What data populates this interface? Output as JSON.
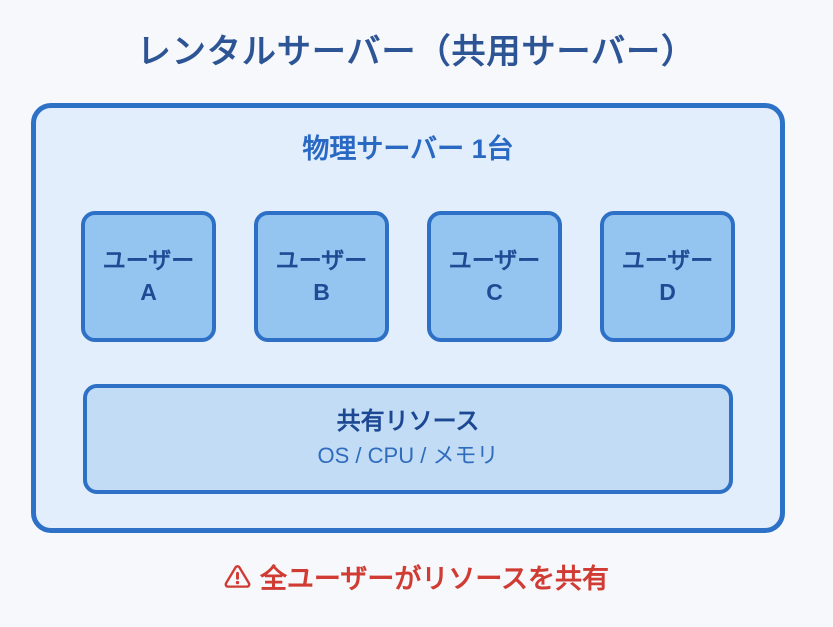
{
  "page": {
    "title": "レンタルサーバー（共用サーバー）"
  },
  "server": {
    "label": "物理サーバー 1台",
    "users": [
      {
        "name": "ユーザー",
        "id": "A"
      },
      {
        "name": "ユーザー",
        "id": "B"
      },
      {
        "name": "ユーザー",
        "id": "C"
      },
      {
        "name": "ユーザー",
        "id": "D"
      }
    ],
    "shared": {
      "title": "共有リソース",
      "subtitle": "OS / CPU / メモリ"
    }
  },
  "warning": {
    "icon": "warning-triangle-icon",
    "text": "全ユーザーがリソースを共有"
  },
  "colors": {
    "page_bg": "#f7f8fb",
    "title_text": "#2d5596",
    "outer_fill": "#e2eefb",
    "outer_border": "#2e72c7",
    "header_text": "#2a69c3",
    "user_fill": "#94c5f1",
    "user_border": "#2d70c5",
    "user_text": "#1e4b94",
    "shared_fill": "#c2dcf6",
    "shared_title": "#1c4793",
    "shared_subtitle": "#2f6cbc",
    "warning": "#d03b33"
  }
}
